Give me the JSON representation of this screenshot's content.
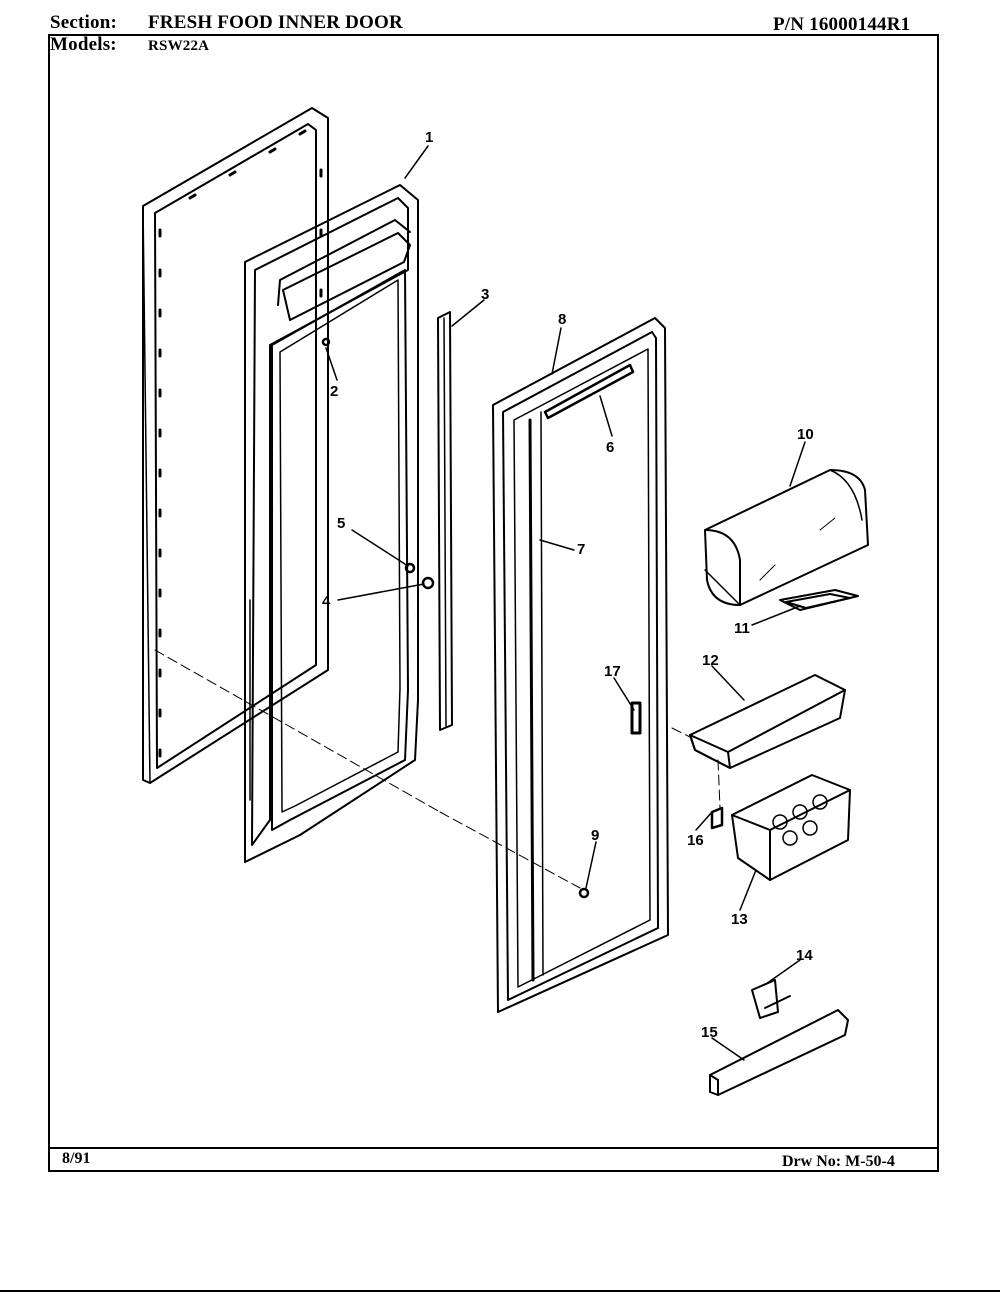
{
  "header": {
    "section_label": "Section:",
    "section_value": "FRESH FOOD INNER DOOR",
    "models_label": "Models:",
    "models_value": "RSW22A",
    "part_number": "P/N 16000144R1"
  },
  "footer": {
    "date": "8/91",
    "drawing_number": "Drw No: M-50-4"
  },
  "callouts": [
    "1",
    "2",
    "3",
    "4",
    "5",
    "6",
    "7",
    "8",
    "9",
    "10",
    "11",
    "12",
    "13",
    "14",
    "15",
    "16",
    "17"
  ]
}
